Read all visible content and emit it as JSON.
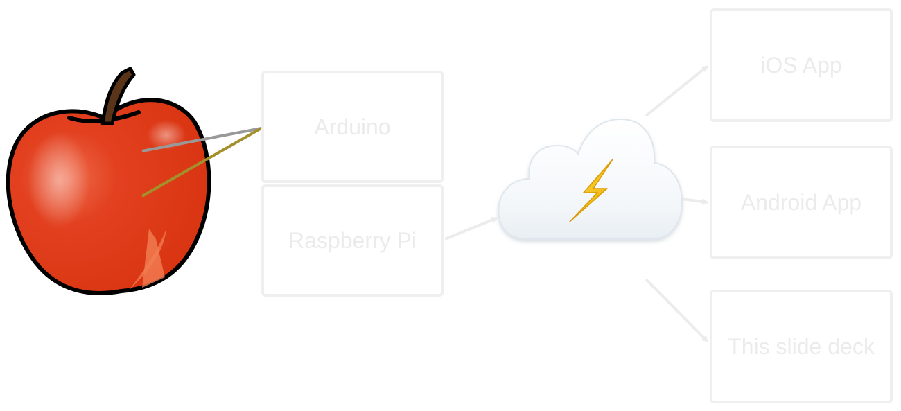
{
  "diagram": {
    "sources": [
      {
        "id": "arduino",
        "label": "Arduino"
      },
      {
        "id": "raspberry",
        "label": "Raspberry Pi"
      }
    ],
    "hub": {
      "name": "cloud",
      "icon": "lightning-bolt-icon"
    },
    "targets": [
      {
        "id": "ios",
        "label": "iOS App"
      },
      {
        "id": "android",
        "label": "Android App"
      },
      {
        "id": "slides",
        "label": "This slide deck"
      }
    ],
    "colors": {
      "apple": "#e0381a",
      "apple_outline": "#000000",
      "stem": "#5a3418",
      "wire_gray": "#999999",
      "wire_olive": "#a3902a",
      "box_border": "#efefef",
      "box_text": "#ebebeb",
      "arrow": "#ececec",
      "bolt": "#f5c400"
    }
  }
}
